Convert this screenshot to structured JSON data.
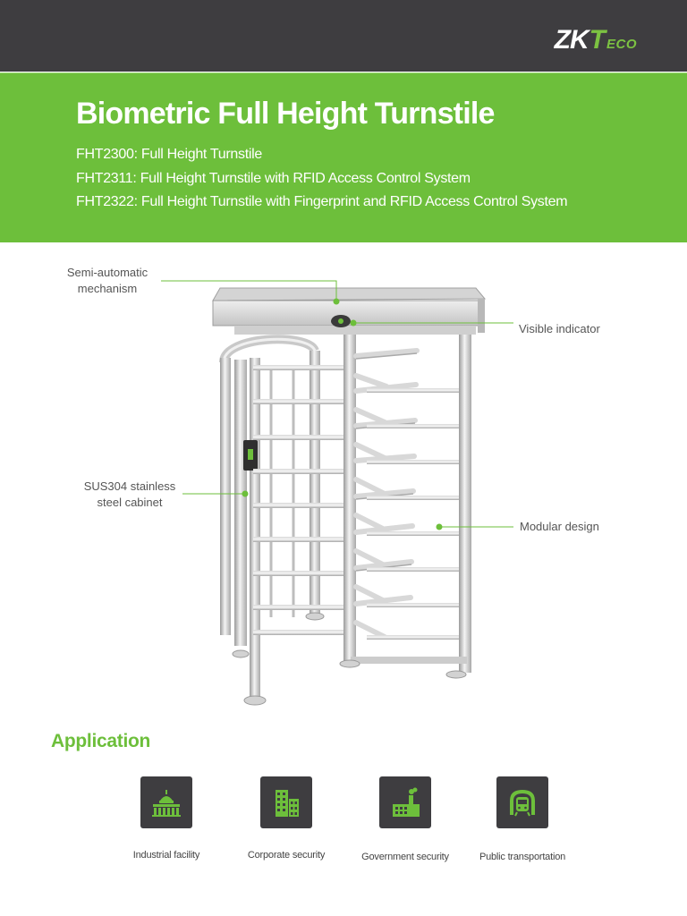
{
  "brand": {
    "logo_main": "ZK",
    "logo_t": "T",
    "logo_eco": "ECO",
    "accent": "#6dbf3b",
    "dark": "#3e3d40"
  },
  "header": {
    "title": "Biometric Full Height Turnstile",
    "models": [
      "FHT2300: Full Height Turnstile",
      "FHT2311: Full Height Turnstile with RFID Access Control System",
      "FHT2322: Full Height Turnstile with Fingerprint and RFID Access Control System"
    ]
  },
  "features": {
    "semi_auto_line1": "Semi-automatic",
    "semi_auto_line2": "mechanism",
    "visible_indicator": "Visible indicator",
    "cabinet_line1": "SUS304 stainless",
    "cabinet_line2": "steel cabinet",
    "modular": "Modular design"
  },
  "application": {
    "title": "Application",
    "items": [
      {
        "label": "Industrial facility",
        "icon": "capitol-building-icon"
      },
      {
        "label": "Corporate security",
        "icon": "office-buildings-icon"
      },
      {
        "label": "Government security",
        "icon": "factory-icon"
      },
      {
        "label": "Public transportation",
        "icon": "metro-train-icon"
      }
    ]
  }
}
